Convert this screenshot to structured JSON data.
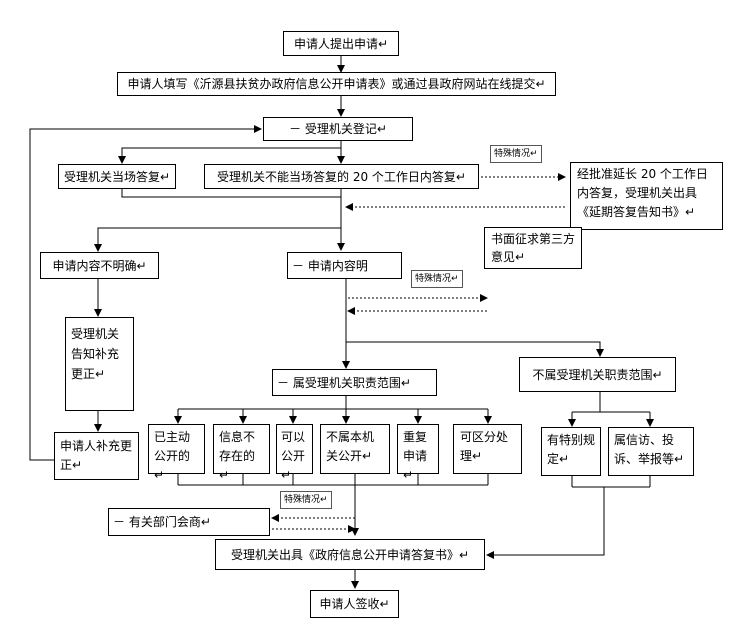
{
  "nodes": {
    "apply": "申请人提出申请↵",
    "fill_form": "申请人填写《沂源县扶贫办政府信息公开申请表》或通过县政府网站在线提交↵",
    "register": "－  受理机关登记↵",
    "reply_onsite": "受理机关当场答复↵",
    "reply_20days": "受理机关不能当场答复的 20 个工作日内答复↵",
    "extension": "经批准延长 20 个工作日内答复，受理机关出具《延期答复告知书》↵",
    "third_party": "书面征求第三方意见↵",
    "unclear": "申请内容不明确↵",
    "clear": "－  申请内容明",
    "notify_supplement": "受理机关告知补充更正↵",
    "applicant_supplement": "申请人补充更正↵",
    "within_scope": "－  属受理机关职责范围↵",
    "outside_scope": "不属受理机关职责范围↵",
    "published": "已主动公开的↵",
    "not_exist": "信息不存在的↵",
    "can_publish": "可以公开↵",
    "not_agency": "不属本机关公开↵",
    "repeat": "重复申请↵",
    "partial": "可区分处理↵",
    "special_rules": "有特别规定↵",
    "petition": "属信访、投诉、举报等↵",
    "consult": "－  有关部门会商↵",
    "issue_reply": "受理机关出具《政府信息公开申请答复书》↵",
    "sign": "申请人签收↵"
  },
  "special_labels": {
    "label_1": "特殊情况↵",
    "label_2": "特殊情况↵",
    "label_3": "特殊情况↵"
  }
}
